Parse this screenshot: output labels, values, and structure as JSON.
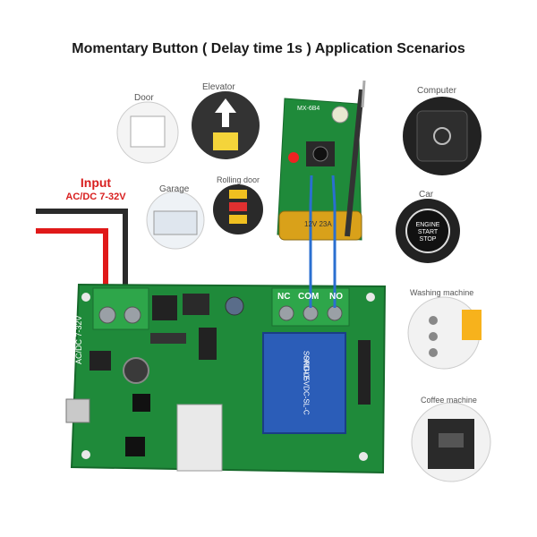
{
  "title": "Momentary Button ( Delay time 1s ) Application Scenarios",
  "input": {
    "label": "Input",
    "voltage": "AC/DC 7-32V"
  },
  "board": {
    "terminal_label": "AC/DC 7-32V",
    "nc": "NC",
    "com": "COM",
    "no": "NO",
    "relay_text": "SRD-05VDC-SL-C",
    "relay_brand": "SONGLE"
  },
  "remote": {
    "model": "MX-6B4",
    "battery": "12V 23A"
  },
  "scenarios": {
    "door": "Door",
    "elevator": "Elevator",
    "garage": "Garage",
    "rolling_door": "Rolling door",
    "computer": "Computer",
    "car": "Car",
    "washing_machine": "Washing machine",
    "coffee_machine": "Coffee machine"
  },
  "car_button": {
    "line1": "ENGINE",
    "line2": "START",
    "line3": "STOP"
  },
  "colors": {
    "pcb": "#1f8a3a",
    "wire_red": "#e01919",
    "wire_blue": "#2a6fd0",
    "relay": "#2b5db8"
  }
}
